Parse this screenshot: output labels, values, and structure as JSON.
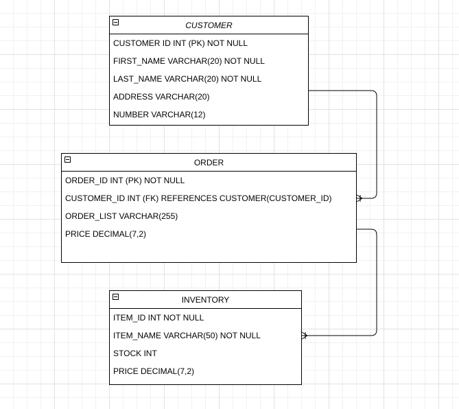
{
  "colors": {
    "stroke": "#000000",
    "fill": "#ffffff",
    "grid": "#e2e2e2"
  },
  "entities": {
    "customer": {
      "title": "CUSTOMER",
      "fields": [
        "CUSTOMER ID INT (PK) NOT NULL",
        "FIRST_NAME VARCHAR(20) NOT NULL",
        "LAST_NAME VARCHAR(20) NOT NULL",
        "ADDRESS VARCHAR(20)",
        "NUMBER VARCHAR(12)"
      ]
    },
    "order": {
      "title": "ORDER",
      "fields": [
        "ORDER_ID INT (PK) NOT NULL",
        "CUSTOMER_ID INT (FK) REFERENCES CUSTOMER(CUSTOMER_ID)",
        "ORDER_LIST VARCHAR(255)",
        "PRICE DECIMAL(7,2)"
      ]
    },
    "inventory": {
      "title": "INVENTORY",
      "fields": [
        "ITEM_ID INT NOT NULL",
        "ITEM_NAME VARCHAR(50) NOT NULL",
        "STOCK INT",
        "PRICE DECIMAL(7,2)"
      ]
    }
  },
  "relationships": [
    {
      "from": "customer",
      "to": "order",
      "to_end": "one-to-many-crowfoot"
    },
    {
      "from": "order",
      "to": "inventory",
      "to_end": "one-to-many-crowfoot"
    }
  ]
}
